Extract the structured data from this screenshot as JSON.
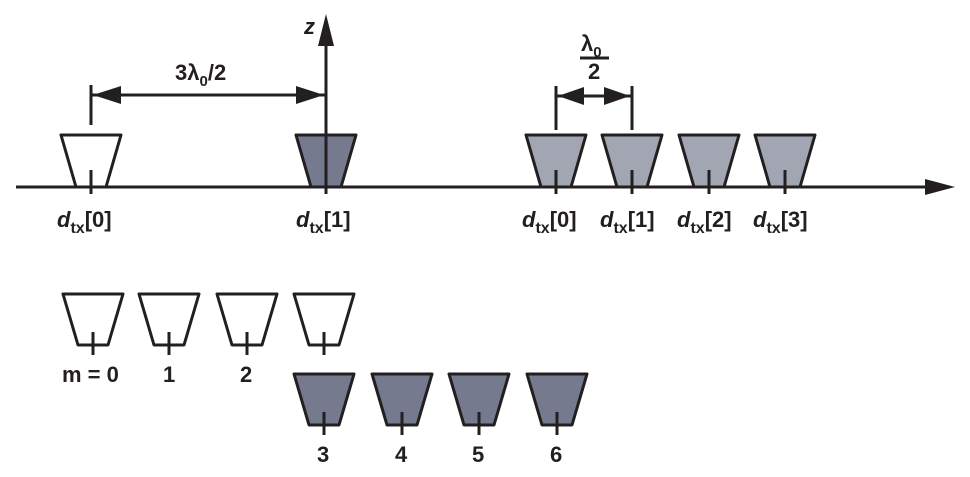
{
  "colors": {
    "ink": "#231f20",
    "white_element": "#ffffff",
    "dark_element": "#767a8e",
    "light_element": "#a2a6b3"
  },
  "axis": {
    "z_label": "z"
  },
  "dimension_left": {
    "label_main": "3λ",
    "label_sub": "0",
    "label_tail": "/2"
  },
  "dimension_right": {
    "numerator_main": "λ",
    "numerator_sub": "0",
    "denominator": "2"
  },
  "top_left_labels": [
    {
      "d": "d",
      "sub": "tx",
      "index": "[0]"
    },
    {
      "d": "d",
      "sub": "tx",
      "index": "[1]"
    }
  ],
  "top_right_labels": [
    {
      "d": "d",
      "sub": "tx",
      "index": "[0]"
    },
    {
      "d": "d",
      "sub": "tx",
      "index": "[1]"
    },
    {
      "d": "d",
      "sub": "tx",
      "index": "[2]"
    },
    {
      "d": "d",
      "sub": "tx",
      "index": "[3]"
    }
  ],
  "bottom_row_labels": [
    "m = 0",
    "1",
    "2"
  ],
  "bottom_row2_labels": [
    "3",
    "4",
    "5",
    "6"
  ]
}
